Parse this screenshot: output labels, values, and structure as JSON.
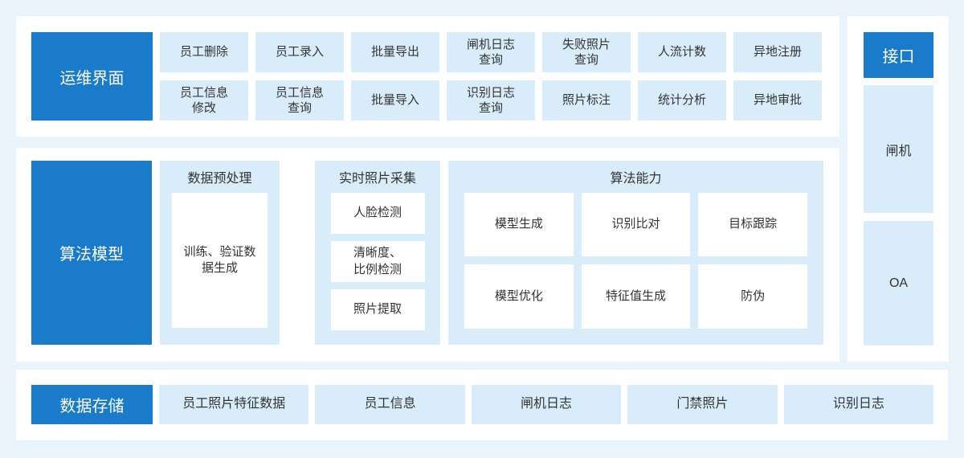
{
  "colors": {
    "accent": "#1a7bca",
    "tile": "#d9ecfa",
    "panel": "#ffffff",
    "page_bg": "#e9f3fb",
    "text": "#333333"
  },
  "ops": {
    "title": "运维界面",
    "row1": [
      "员工删除",
      "员工录入",
      "批量导出",
      "闸机日志查询",
      "失败照片查询",
      "人流计数",
      "异地注册"
    ],
    "row2": [
      "员工信息修改",
      "员工信息查询",
      "批量导入",
      "识别日志查询",
      "照片标注",
      "统计分析",
      "异地审批"
    ]
  },
  "algorithm": {
    "title": "算法模型",
    "preprocess": {
      "title": "数据预处理",
      "item": "训练、验证数据生成"
    },
    "capture": {
      "title": "实时照片采集",
      "items": [
        "人脸检测",
        "清晰度、比例检测",
        "照片提取"
      ]
    },
    "capability": {
      "title": "算法能力",
      "row1": [
        "模型生成",
        "识别比对",
        "目标跟踪"
      ],
      "row2": [
        "模型优化",
        "特征值生成",
        "防伪"
      ]
    }
  },
  "interface": {
    "title": "接口",
    "items": [
      "闸机",
      "OA"
    ]
  },
  "storage": {
    "title": "数据存储",
    "items": [
      "员工照片特征数据",
      "员工信息",
      "闸机日志",
      "门禁照片",
      "识别日志"
    ]
  }
}
